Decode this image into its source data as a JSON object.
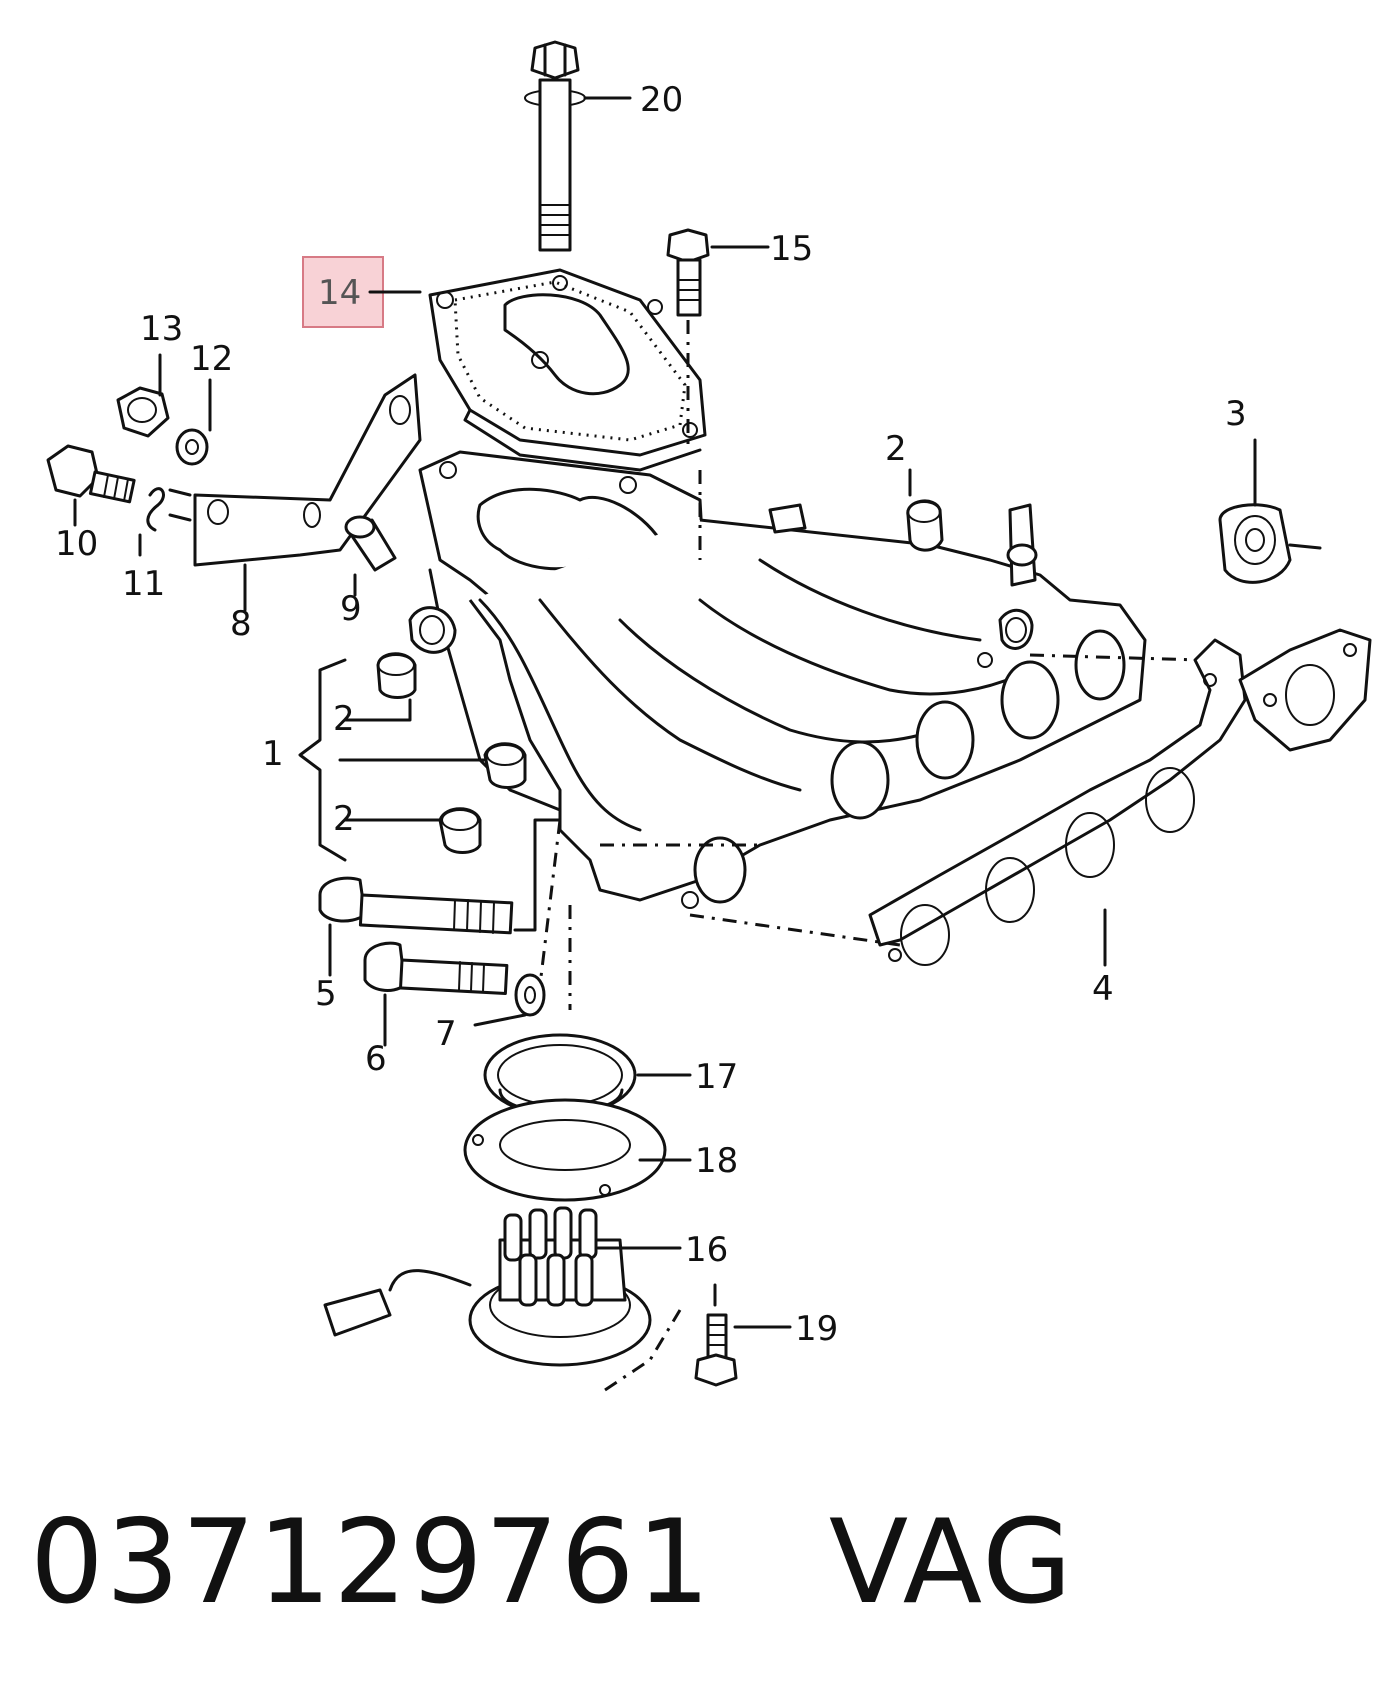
{
  "labels": {
    "l1": "1",
    "l2a": "2",
    "l2b": "2",
    "l2c": "2",
    "l3": "3",
    "l4": "4",
    "l5": "5",
    "l6": "6",
    "l7": "7",
    "l8": "8",
    "l9": "9",
    "l10": "10",
    "l11": "11",
    "l12": "12",
    "l13": "13",
    "l14": "14",
    "l15": "15",
    "l16": "16",
    "l17": "17",
    "l18": "18",
    "l19": "19",
    "l20": "20"
  },
  "highlighted_part": "14",
  "highlight_color": "#f8d2d6",
  "footer": {
    "part_number": "037129761",
    "brand": "VAG"
  }
}
